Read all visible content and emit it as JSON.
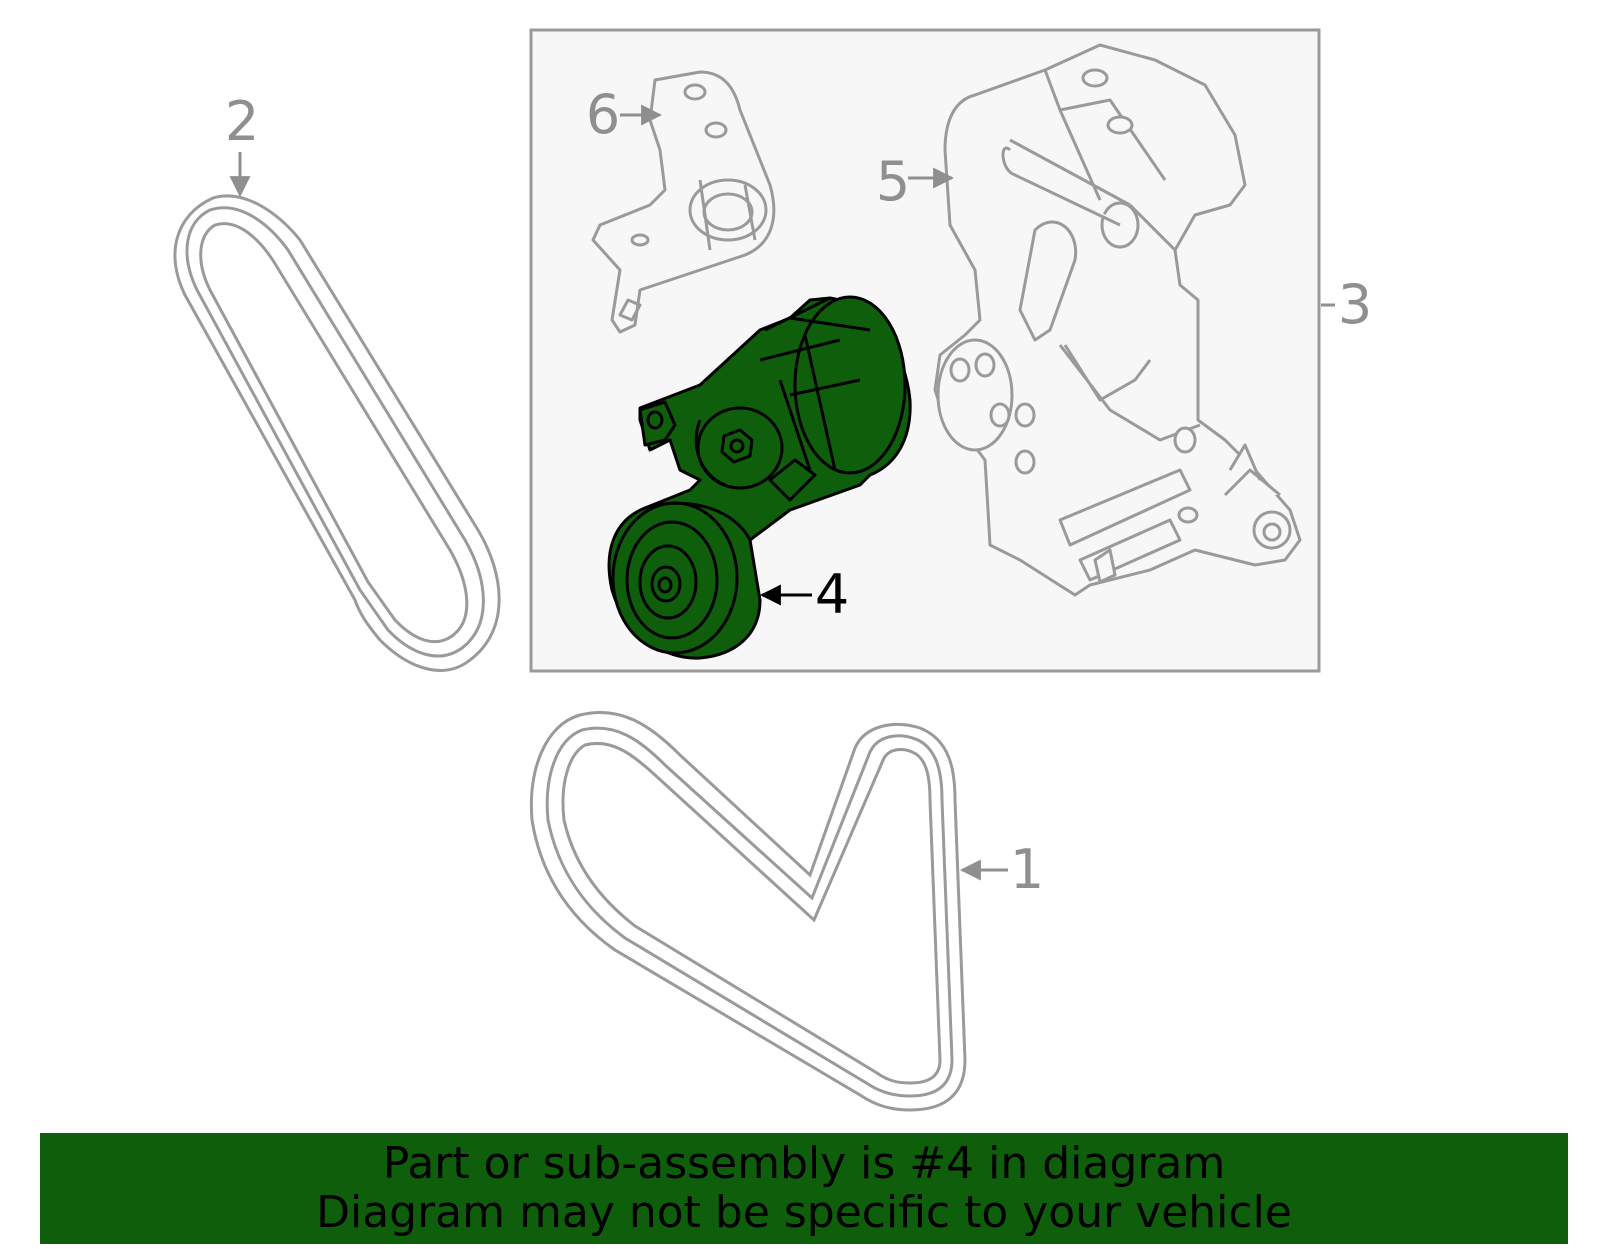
{
  "callouts": {
    "belt_1": "1",
    "belt_2": "2",
    "bracket_assembly_3": "3",
    "tensioner_4": "4",
    "mount_bracket_5": "5",
    "bracket_6": "6"
  },
  "highlighted_part": "4",
  "banner": {
    "line1": "Part or sub-assembly is #4 in diagram",
    "line2": "Diagram may not be specific to your vehicle"
  },
  "colors": {
    "highlight": "#0f5e0c",
    "outline": "#9a9a9a",
    "inset_background": "#f7f7f7"
  }
}
